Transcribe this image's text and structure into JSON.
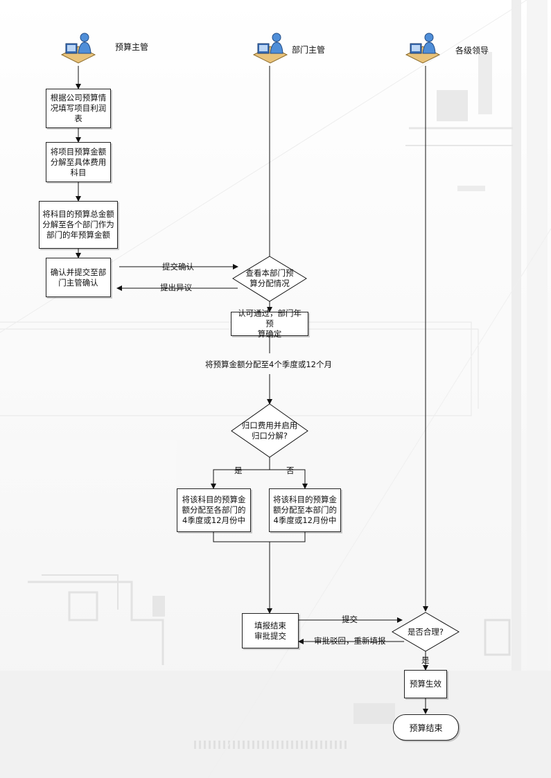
{
  "lanes": {
    "budget_manager": "预算主管",
    "dept_manager": "部门主管",
    "leaders": "各级领导"
  },
  "steps": {
    "fill_profit_table": "根据公司预算情\n况填写项目利润\n表",
    "split_to_subjects": "将项目预算金额\n分解至具体费用\n科目",
    "split_to_depts": "将科目的预算总金额\n分解至各个部门作为\n部门的年预算金额",
    "confirm_submit": "确认并提交至部\n门主管确认",
    "view_allocation": "查看本部门预\n算分配情况",
    "dept_approved": "认可通过，部门年预\n算确定",
    "allocate_quarters": "将预算金额分配至4个季度或12个月",
    "cost_split_q": "归口费用并启用\n归口分解?",
    "alloc_all_depts": "将该科目的预算金\n额分配至各部门的\n4季度或12月份中",
    "alloc_own_dept": "将该科目的预算金\n额分配至本部门的\n4季度或12月份中",
    "fill_done_submit": "填报结束\n审批提交",
    "reasonable_q": "是否合理?",
    "budget_effective": "预算生效",
    "budget_end": "预算结束"
  },
  "edges": {
    "submit_confirm": "提交确认",
    "raise_objection": "提出异议",
    "yes": "是",
    "no": "否",
    "submit": "提交",
    "rejected_refill": "审批驳回，重新填报",
    "yes_bottom": "是"
  },
  "icons": [
    "budget-manager-icon",
    "dept-manager-icon",
    "leaders-icon"
  ]
}
